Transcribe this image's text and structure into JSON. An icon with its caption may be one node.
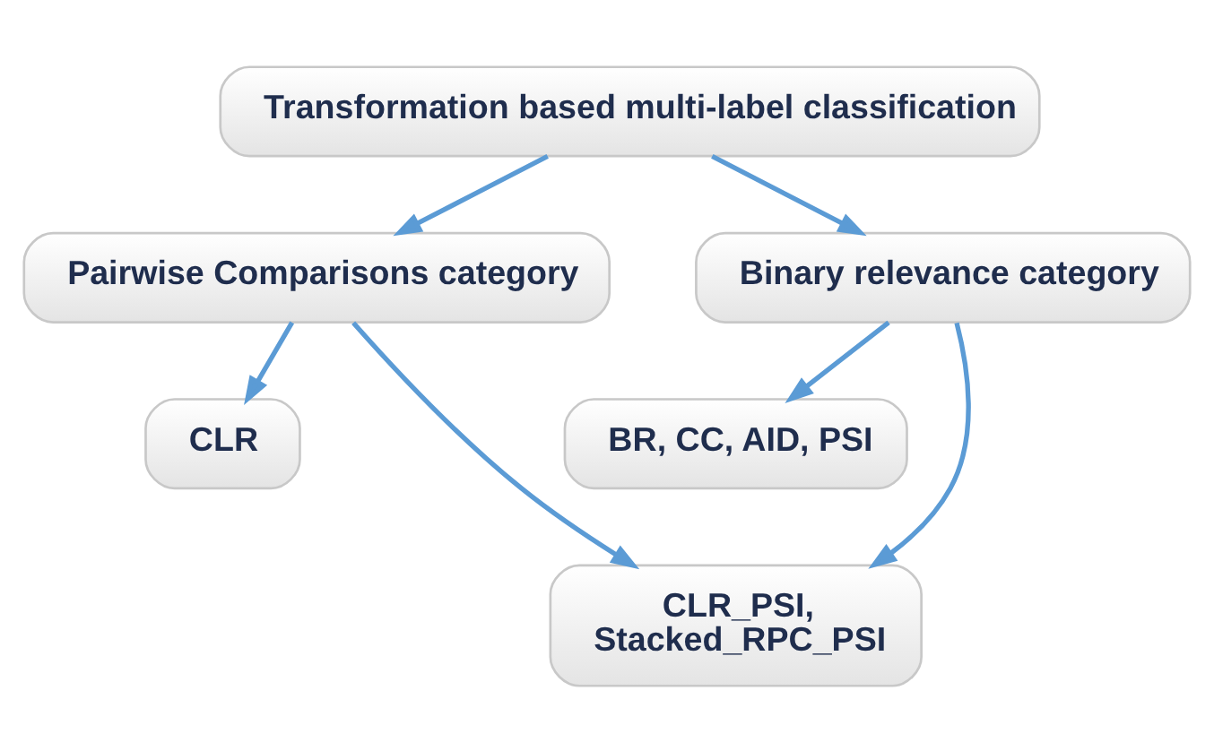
{
  "diagram": {
    "nodes": [
      {
        "text": [
          "Transformation based multi-label classification"
        ]
      },
      {
        "text": [
          "Pairwise Comparisons category"
        ]
      },
      {
        "text": [
          "Binary relevance category"
        ]
      },
      {
        "text": [
          "CLR"
        ]
      },
      {
        "text": [
          "BR, CC, AID, PSI"
        ]
      },
      {
        "text": [
          "CLR_PSI, Stacked_RPC_PSI"
        ]
      }
    ],
    "edges": [
      {
        "from": 0,
        "to": 1,
        "arrow": "to"
      },
      {
        "from": 0,
        "to": 2,
        "arrow": "to"
      },
      {
        "from": 1,
        "to": 3,
        "arrow": "to"
      },
      {
        "from": 2,
        "to": 4,
        "arrow": "to"
      },
      {
        "from": 1,
        "to": 5,
        "arrow": "to"
      },
      {
        "from": 2,
        "to": 5,
        "arrow": "to"
      }
    ]
  }
}
